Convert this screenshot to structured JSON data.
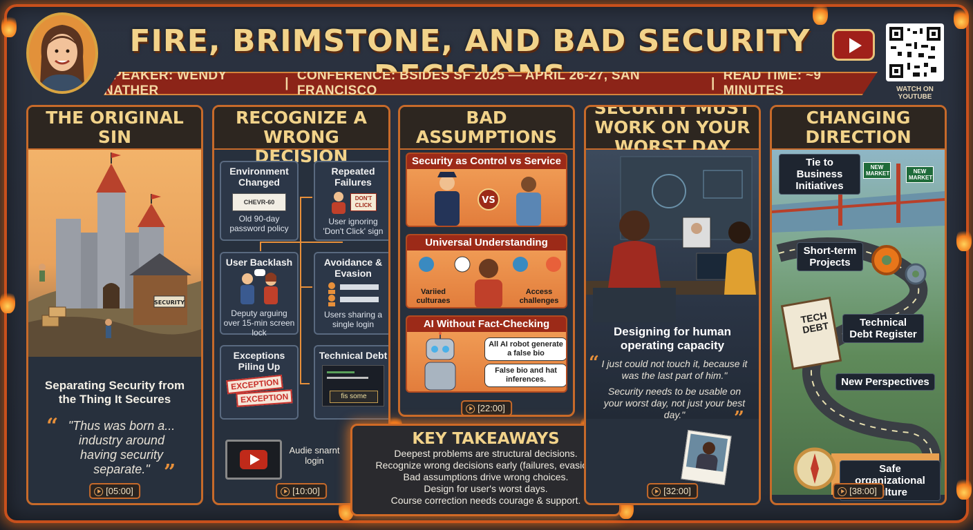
{
  "header": {
    "title": "FIRE, BRIMSTONE, AND BAD SECURITY DECISIONS",
    "speaker": "SPEAKER: WENDY NATHER",
    "conference": "CONFERENCE: BSIDES SF 2025 — APRIL 26-27, SAN FRANCISCO",
    "read_time": "READ TIME: ~9 MINUTES",
    "separator": "|",
    "qr_label": "WATCH ON YOUTUBE"
  },
  "col1": {
    "title": "THE ORIGINAL SIN",
    "shed_sign": "SECURITY",
    "subtitle": "Separating Security from the Thing It Secures",
    "quote_open": "“",
    "quote": "\"Thus was born a... industry around having security separate.\"",
    "quote_close": "”",
    "timestamp": "[05:00]"
  },
  "col2": {
    "title": "HOW TO RECOGNIZE A WRONG DECISION",
    "cards": [
      {
        "title": "Environment Changed",
        "desc": "Old 90-day password policy",
        "art": "CHEVR-60"
      },
      {
        "title": "Repeated Failures",
        "desc": "User ignoring 'Don't Click' sign",
        "art": "DON'T CLICK"
      },
      {
        "title": "User Backlash",
        "desc": "Deputy arguing over 15-min screen lock",
        "art": ""
      },
      {
        "title": "Avoidance & Evasion",
        "desc": "Users sharing a single login",
        "art": ""
      },
      {
        "title": "Exceptions Piling Up",
        "desc": "",
        "art": "EXCEPTION"
      },
      {
        "title": "Technical Debt",
        "desc": "",
        "art": "fis some"
      }
    ],
    "video_caption": "Audie snarnt login",
    "timestamp": "[10:00]"
  },
  "col3": {
    "title": "BAD ASSUMPTIONS",
    "panels": [
      {
        "title": "Security as Control vs Service",
        "vs": "VS"
      },
      {
        "title": "Universal Understanding",
        "left": "Variied culturaes",
        "right": "Access challenges"
      },
      {
        "title": "AI Without Fact-Checking",
        "bubble1": "All AI robot generate a false bio",
        "bubble2": "False bio and hat inferences."
      }
    ],
    "timestamp": "[22:00]"
  },
  "takeaways": {
    "title": "KEY TAKEAWAYS",
    "items": [
      "Deepest problems are structural decisions.",
      "Recognize wrong decisions early (failures, evasion)",
      "Bad assumptions drive wrong choices.",
      "Design for user's worst days.",
      "Course correction needs courage & support."
    ]
  },
  "col4": {
    "title": "SECURITY MUST WORK ON YOUR WORST DAY",
    "subtitle": "Designing for human operating capacity",
    "quote_open": "“",
    "quote1": "I just could not touch it, because it was the last part of him.\"",
    "quote2": "Security needs to be usable on your worst day, not just your best day.\"",
    "quote_close": "”",
    "timestamp": "[32:00]"
  },
  "col5": {
    "title": "CHANGING DIRECTION",
    "labels": {
      "tie": "Tie to Business Initiatives",
      "short": "Short-term Projects",
      "debt_register": "Technical Debt Register",
      "perspectives": "New Perspectives",
      "culture": "Safe organizational culture"
    },
    "sign1": "NEW MARKET",
    "sign2": "NEW MARKET",
    "clipboard": "TECH DEBT",
    "timestamp": "[38:00]"
  },
  "colors": {
    "accent": "#c76a2a",
    "title_gold": "#f2d38a",
    "banner_red": "#8c2418",
    "panel_dark": "#27303d"
  }
}
